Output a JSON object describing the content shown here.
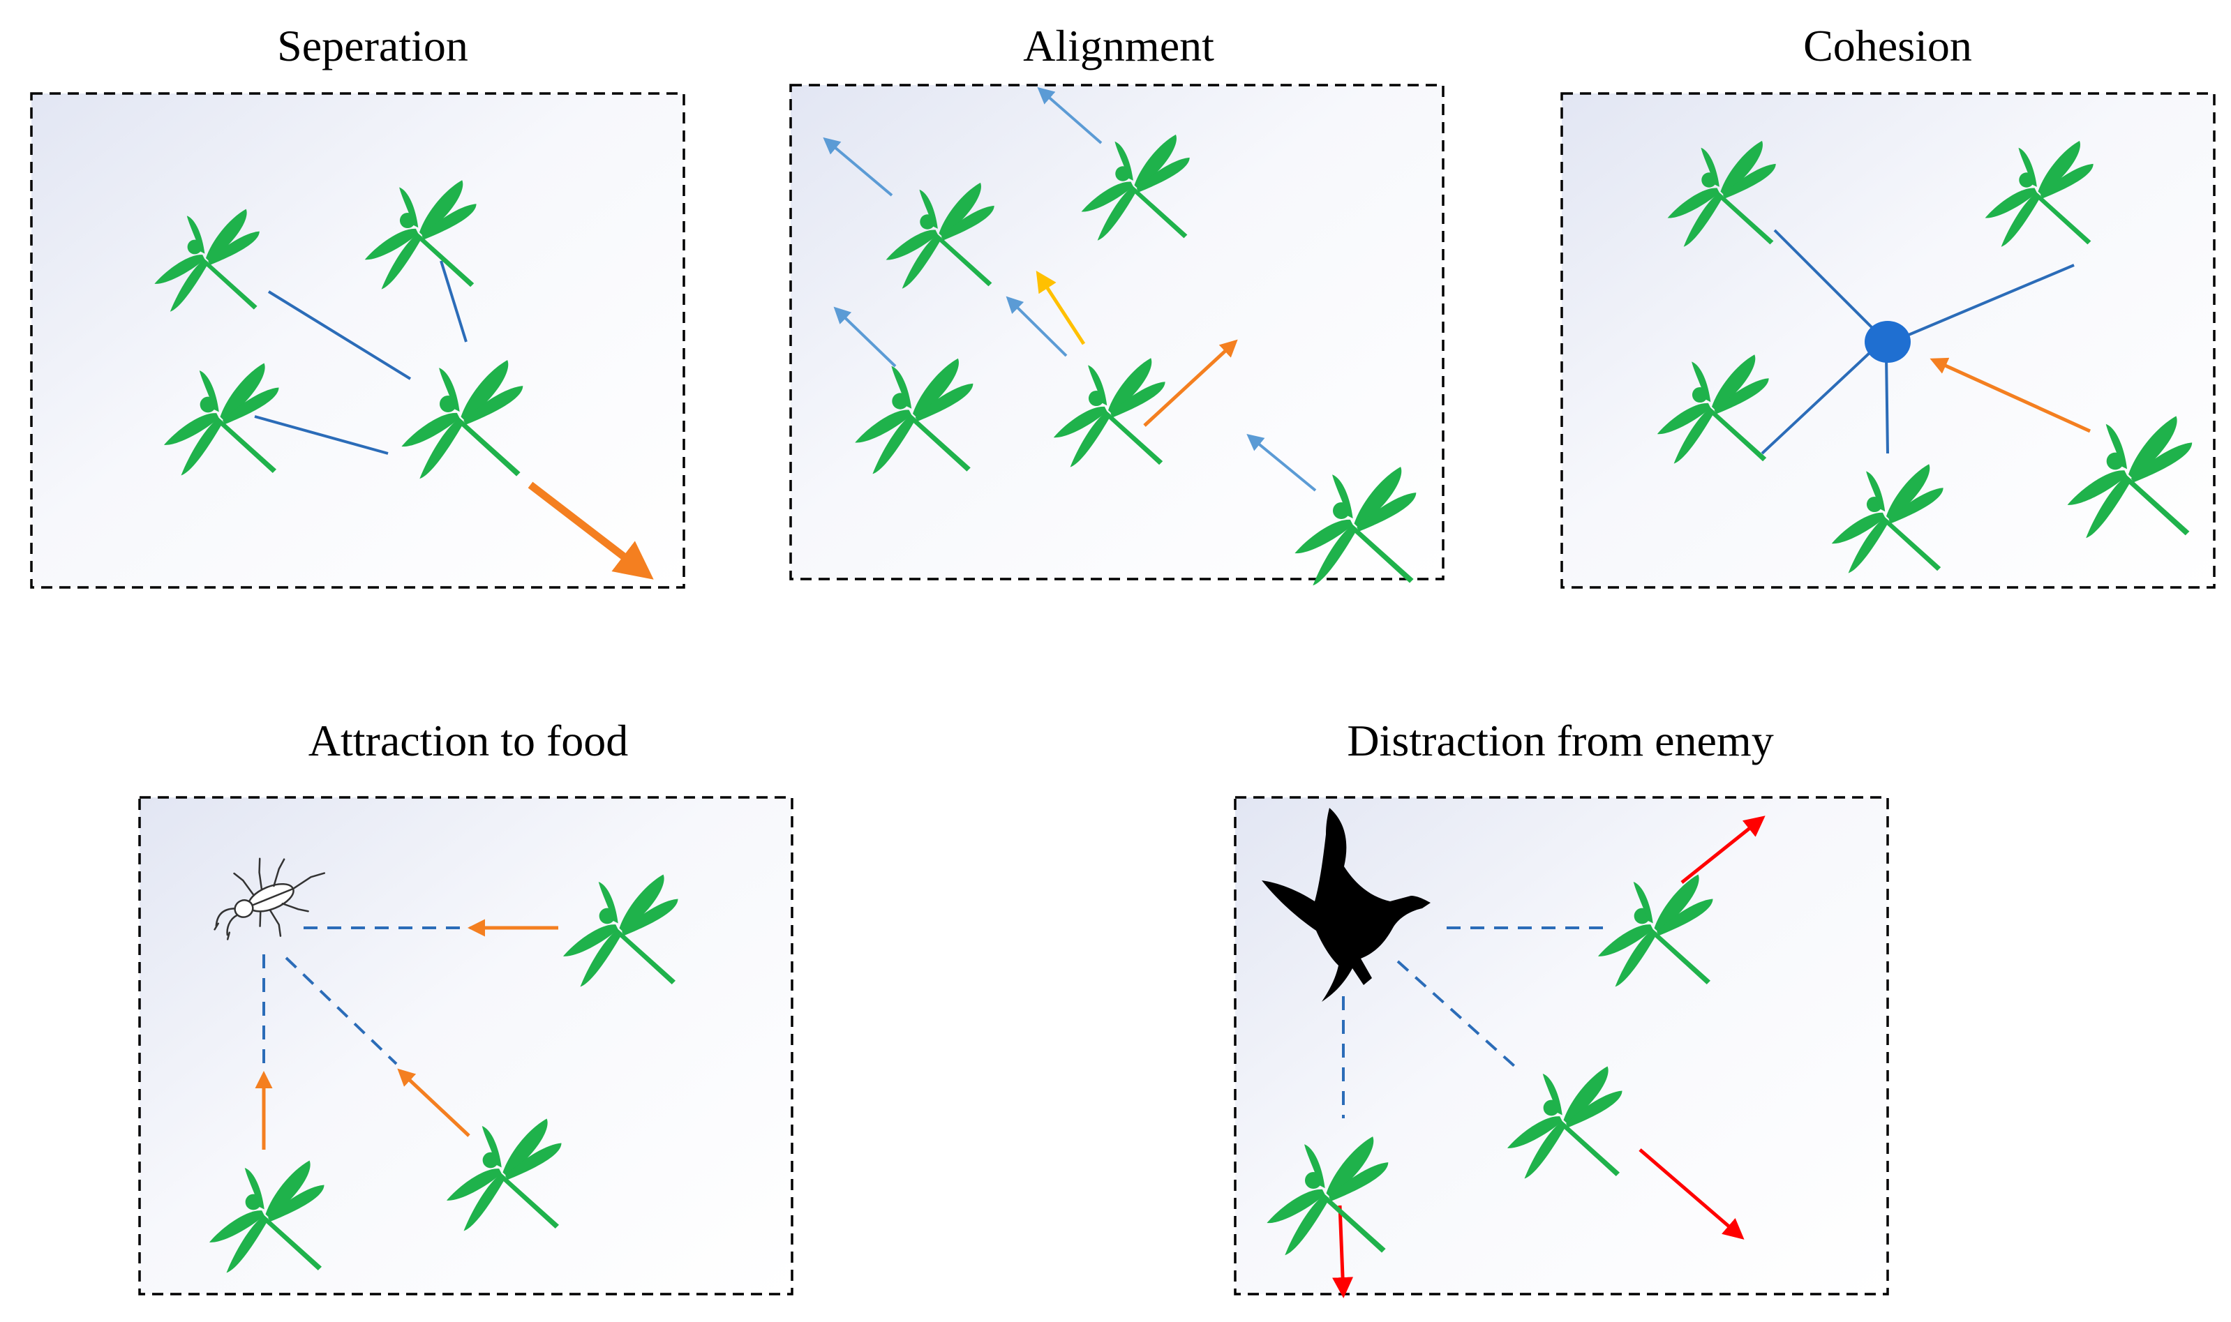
{
  "panels": {
    "separation": {
      "title": "Seperation"
    },
    "alignment": {
      "title": "Alignment"
    },
    "cohesion": {
      "title": "Cohesion"
    },
    "attraction": {
      "title": "Attraction to food"
    },
    "distraction": {
      "title": "Distraction from enemy"
    }
  },
  "colors": {
    "dragonfly": "#1fb24b",
    "link_line": "#2b6cb8",
    "alignment_arrow": "#5b9bd5",
    "orange_arrow": "#f47f20",
    "yellow_arrow": "#ffc000",
    "red_arrow": "#ff0000",
    "cohesion_center": "#1f6fd1",
    "enemy": "#000000",
    "food": "#333333"
  },
  "icons": {
    "agent": "dragonfly-icon",
    "food": "beetle-icon",
    "enemy": "bird-icon"
  }
}
